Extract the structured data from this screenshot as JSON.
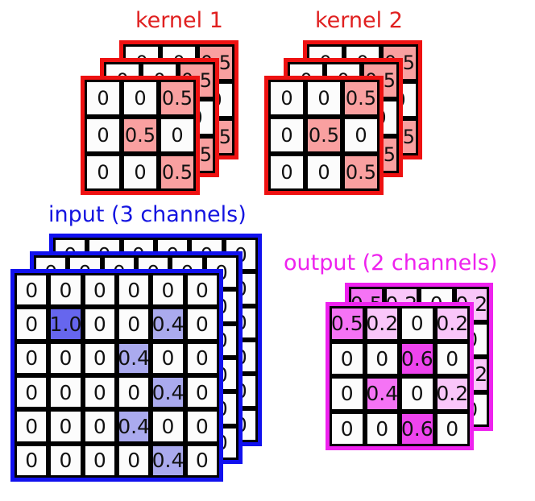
{
  "colors": {
    "kernel_border": "#ee1111",
    "kernel_title": "#e02020",
    "kernel_highlight": "#f9a0a0",
    "input_border": "#1111ee",
    "input_title": "#1414e0",
    "input_high_strong": "#6666ee",
    "input_high_light": "#aaaaee",
    "output_border": "#ee22ee",
    "output_title": "#ee22ee",
    "output_high_strong": "#ee44ee",
    "output_high_mid": "#f573f5",
    "output_high_light": "#f9c6f9",
    "cell_bg": "#fcfcfc",
    "cell_border": "#000000",
    "page_bg": "#ffffff"
  },
  "groups": {
    "kernel1": {
      "title": "kernel 1",
      "channels": 3,
      "rows": 3,
      "cols": 3,
      "values": [
        [
          "0",
          "0",
          "0.5"
        ],
        [
          "0",
          "0.5",
          "0"
        ],
        [
          "0",
          "0",
          "0.5"
        ]
      ],
      "highlight": [
        [
          0,
          0,
          1
        ],
        [
          0,
          1,
          0
        ],
        [
          0,
          0,
          1
        ]
      ]
    },
    "kernel2": {
      "title": "kernel 2",
      "channels": 3,
      "rows": 3,
      "cols": 3,
      "values": [
        [
          "0",
          "0",
          "0.5"
        ],
        [
          "0",
          "0.5",
          "0"
        ],
        [
          "0",
          "0",
          "0.5"
        ]
      ],
      "highlight": [
        [
          0,
          0,
          1
        ],
        [
          0,
          1,
          0
        ],
        [
          0,
          0,
          1
        ]
      ]
    },
    "input": {
      "title": "input (3 channels)",
      "channels": 3,
      "rows": 6,
      "cols": 6,
      "values": [
        [
          "0",
          "0",
          "0",
          "0",
          "0",
          "0"
        ],
        [
          "0",
          "1.0",
          "0",
          "0",
          "0.4",
          "0"
        ],
        [
          "0",
          "0",
          "0",
          "0.4",
          "0",
          "0"
        ],
        [
          "0",
          "0",
          "0",
          "0",
          "0.4",
          "0"
        ],
        [
          "0",
          "0",
          "0",
          "0.4",
          "0",
          "0"
        ],
        [
          "0",
          "0",
          "0",
          "0",
          "0.4",
          "0"
        ]
      ],
      "highlight": [
        [
          0,
          0,
          0,
          0,
          0,
          0
        ],
        [
          0,
          2,
          0,
          0,
          1,
          0
        ],
        [
          0,
          0,
          0,
          1,
          0,
          0
        ],
        [
          0,
          0,
          0,
          0,
          1,
          0
        ],
        [
          0,
          0,
          0,
          1,
          0,
          0
        ],
        [
          0,
          0,
          0,
          0,
          1,
          0
        ]
      ]
    },
    "output": {
      "title": "output (2 channels)",
      "channels": 2,
      "rows": 4,
      "cols": 4,
      "values": [
        [
          "0.5",
          "0.2",
          "0",
          "0.2"
        ],
        [
          "0",
          "0",
          "0.6",
          "0"
        ],
        [
          "0",
          "0.4",
          "0",
          "0.2"
        ],
        [
          "0",
          "0",
          "0.6",
          "0"
        ]
      ],
      "highlight": [
        [
          2,
          1,
          0,
          1
        ],
        [
          0,
          0,
          3,
          0
        ],
        [
          0,
          2,
          0,
          1
        ],
        [
          0,
          0,
          3,
          0
        ]
      ]
    }
  }
}
